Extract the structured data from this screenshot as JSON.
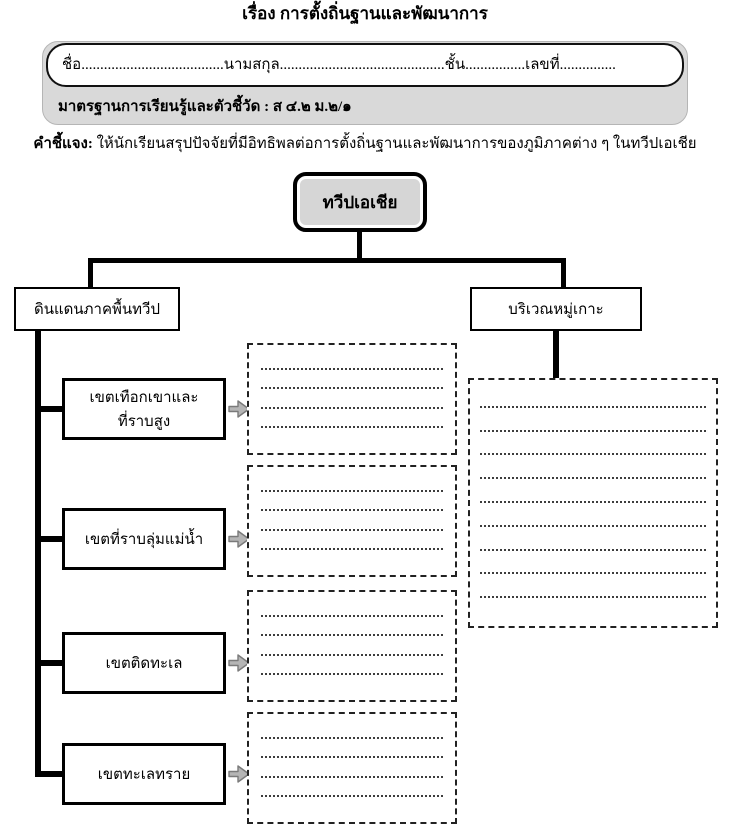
{
  "page_title": "เรื่อง การตั้งถิ่นฐานและพัฒนาการ",
  "header": {
    "name_line": "ชื่อ......................................นามสกุล............................................ชั้น................เลขที่...............",
    "standard_line": "มาตรฐานการเรียนรู้และตัวชี้วัด  :  ส ๔.๒ ม.๒/๑",
    "instruction_label": "คำชี้แจง:",
    "instruction_text": " ให้นักเรียนสรุปปัจจัยที่มีอิทธิพลต่อการตั้งถิ่นฐานและพัฒนาการของภูมิภาคต่าง ๆ ในทวีปเอเชีย"
  },
  "diagram": {
    "root_label": "ทวีปเอเชีย",
    "branch_left_label": "ดินแดนภาคพื้นทวีป",
    "branch_right_label": "บริเวณหมู่เกาะ",
    "zones": [
      {
        "label": "เขตเทือกเขาและที่ราบสูง"
      },
      {
        "label": "เขตที่ราบลุ่มแม่น้ำ"
      },
      {
        "label": "เขตติดทะเล"
      },
      {
        "label": "เขตทะเลทราย"
      }
    ],
    "answer_line_counts": {
      "mainland": 4,
      "island": 9
    },
    "arrow_icon": "right-block-arrow",
    "colors": {
      "box_fill": "#d9d9d9",
      "line": "#000000",
      "arrow_fill": "#b5b5b5",
      "arrow_stroke": "#7a7a7a"
    }
  }
}
